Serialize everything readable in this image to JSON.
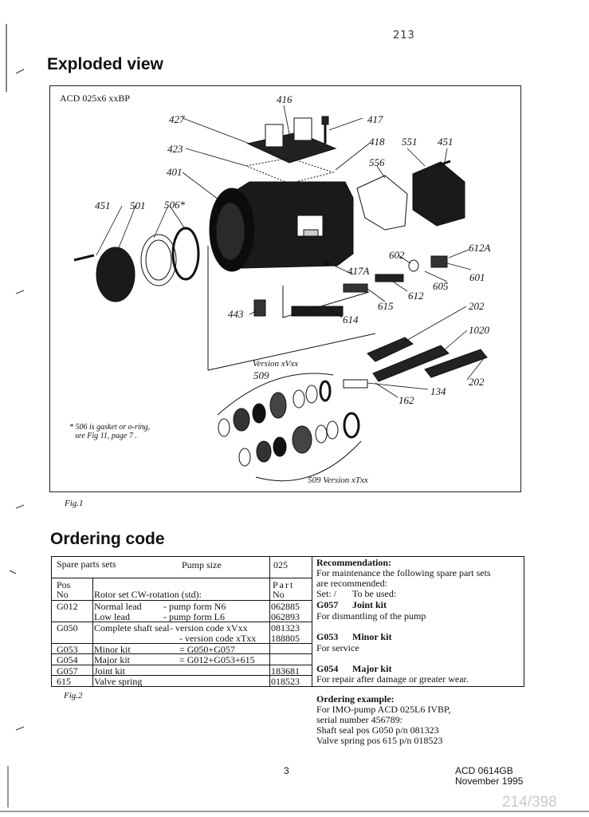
{
  "page": {
    "handwritten_number": "213",
    "page_number": "3",
    "doc_code": "ACD 0614GB",
    "doc_date": "November 1995",
    "scan_counter": "214/398"
  },
  "section1": {
    "title": "Exploded view"
  },
  "figure1": {
    "model": "ACD 025x6 xxBP",
    "labels": [
      "416",
      "427",
      "417",
      "423",
      "418",
      "551",
      "451",
      "401",
      "556",
      "451",
      "501",
      "506*",
      "602",
      "612A",
      "417A",
      "601",
      "605",
      "612",
      "443",
      "615",
      "202",
      "614",
      "1020",
      "Version xVxx",
      "509",
      "202",
      "134",
      "162",
      "509 Version xTxx"
    ],
    "footnote_line1": "506 is gasket or o-ring,",
    "footnote_line2": "see Fig 11, page 7 .",
    "caption": "Fig.1"
  },
  "section2": {
    "title": "Ordering code"
  },
  "table": {
    "header": {
      "spare_parts_sets": "Spare parts sets",
      "pump_size": "Pump size",
      "size": "025"
    },
    "col_pos_1": "Pos",
    "col_pos_2": "No",
    "col_part_1": "Part",
    "col_part_2": "No",
    "rotor_set": "Rotor set CW-rotation (std):",
    "rows": [
      {
        "pos": "G012",
        "desc": "Normal lead",
        "detail": "- pump form N6",
        "part": "062885"
      },
      {
        "pos": "",
        "desc": "Low lead",
        "detail": "- pump form L6",
        "part": "062893"
      },
      {
        "pos": "G050",
        "desc": "Complete shaft seal",
        "detail": "- version code xVxx",
        "part": "081323"
      },
      {
        "pos": "",
        "desc": "",
        "detail": "- version code xTxx",
        "part": "188805"
      },
      {
        "pos": "G053",
        "desc": "Minor kit",
        "detail": "= G050+G057",
        "part": ""
      },
      {
        "pos": "G054",
        "desc": "Major kit",
        "detail": "= G012+G053+615",
        "part": ""
      },
      {
        "pos": "G057",
        "desc": "Joint kit",
        "detail": "",
        "part": "183681"
      },
      {
        "pos": "615",
        "desc": "Valve spring",
        "detail": "",
        "part": "018523"
      }
    ],
    "recommendation": {
      "title": "Recommendation:",
      "line1": "For maintenance the following spare part sets",
      "line2": "are recommended:",
      "set_label": "Set: /",
      "use_label": "To be used:",
      "items": [
        {
          "code": "G057",
          "name": "Joint kit",
          "use": "For dismantling of the pump"
        },
        {
          "code": "G053",
          "name": "Minor kit",
          "use": "For service"
        },
        {
          "code": "G054",
          "name": "Major kit",
          "use": "For repair after damage or greater wear."
        }
      ]
    }
  },
  "figure2": {
    "caption": "Fig.2"
  },
  "ordering_example": {
    "title": "Ordering example:",
    "lines": [
      "For IMO-pump ACD 025L6 IVBP,",
      "serial number 456789:",
      "Shaft seal pos G050 p/n 081323",
      "Valve spring pos 615 p/n 018523"
    ]
  }
}
